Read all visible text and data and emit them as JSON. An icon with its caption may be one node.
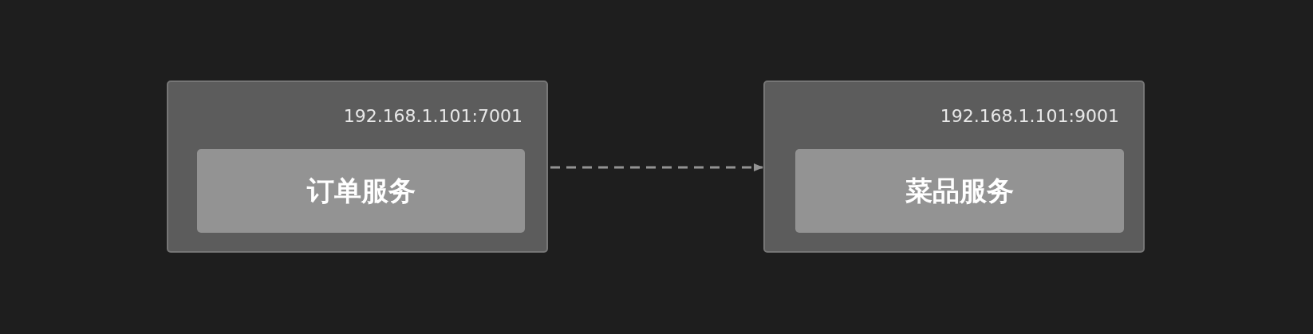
{
  "diagram": {
    "nodes": [
      {
        "text": [
          "192.168.1.101:7001"
        ]
      },
      {
        "text": [
          "订单服务"
        ],
        "in": 0
      },
      {
        "text": [
          "192.168.1.101:9001"
        ]
      },
      {
        "text": [
          "菜品服务"
        ],
        "in": 2
      }
    ],
    "edges": [
      {
        "from": 0,
        "to": 2,
        "arrow": "to",
        "style": "dashed"
      }
    ]
  }
}
